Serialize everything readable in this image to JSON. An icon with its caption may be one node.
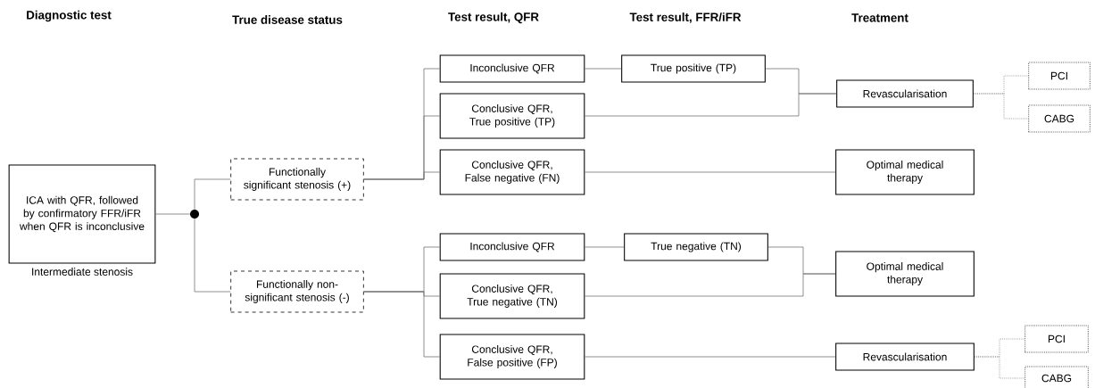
{
  "diagram": {
    "nodes": [
      {
        "text": [
          "ICA with QFR, followed by confirmatory FFR/iFR when QFR is inconclusive"
        ],
        "beside": [
          "Intermediate stenosis"
        ]
      },
      {
        "text": [],
        "shape": "circle"
      },
      {
        "text": [
          "Functionally significant stenosis (+)"
        ]
      },
      {
        "text": [
          "Functionally non-significant stenosis (-)"
        ]
      },
      {
        "text": [
          "Inconclusive QFR"
        ]
      },
      {
        "text": [
          "Conclusive QFR, True positive (TP)"
        ]
      },
      {
        "text": [
          "Conclusive QFR, False negative (FN)"
        ]
      },
      {
        "text": [
          "True positive (TP)"
        ]
      },
      {
        "text": [
          "Revascularisation"
        ]
      },
      {
        "text": [
          "Optimal medical therapy"
        ]
      },
      {
        "text": [
          "PCI"
        ]
      },
      {
        "text": [
          "CABG"
        ]
      },
      {
        "text": [
          "Inconclusive QFR"
        ]
      },
      {
        "text": [
          "Conclusive QFR, True negative (TN)"
        ]
      },
      {
        "text": [
          "Conclusive QFR, False positive (FP)"
        ]
      },
      {
        "text": [
          "True negative (TN)"
        ]
      },
      {
        "text": [
          "Optimal medical therapy"
        ]
      },
      {
        "text": [
          "Revascularisation"
        ]
      },
      {
        "text": [
          "PCI"
        ]
      },
      {
        "text": [
          "CABG"
        ]
      }
    ],
    "edges": [
      {
        "from": 0,
        "to": 1,
        "arrow": "none"
      },
      {
        "from": 1,
        "to": 2,
        "arrow": "none"
      },
      {
        "from": 1,
        "to": 3,
        "arrow": "none"
      },
      {
        "from": 2,
        "to": 4,
        "arrow": "none"
      },
      {
        "from": 2,
        "to": 5,
        "arrow": "none"
      },
      {
        "from": 2,
        "to": 6,
        "arrow": "none"
      },
      {
        "from": 4,
        "to": 7,
        "arrow": "none"
      },
      {
        "from": 7,
        "to": 8,
        "arrow": "none"
      },
      {
        "from": 5,
        "to": 8,
        "arrow": "none"
      },
      {
        "from": 6,
        "to": 9,
        "arrow": "none"
      },
      {
        "from": 8,
        "to": 10,
        "arrow": "none",
        "style": "dashed"
      },
      {
        "from": 8,
        "to": 11,
        "arrow": "none",
        "style": "dashed"
      },
      {
        "from": 3,
        "to": 12,
        "arrow": "none"
      },
      {
        "from": 3,
        "to": 13,
        "arrow": "none"
      },
      {
        "from": 3,
        "to": 14,
        "arrow": "none"
      },
      {
        "from": 12,
        "to": 15,
        "arrow": "none"
      },
      {
        "from": 15,
        "to": 16,
        "arrow": "none"
      },
      {
        "from": 13,
        "to": 16,
        "arrow": "none"
      },
      {
        "from": 14,
        "to": 17,
        "arrow": "none"
      },
      {
        "from": 17,
        "to": 18,
        "arrow": "none",
        "style": "dashed"
      },
      {
        "from": 17,
        "to": 19,
        "arrow": "none",
        "style": "dashed"
      }
    ],
    "labels": [
      "Diagnostic test",
      "True disease status",
      "Test result, QFR",
      "Test result, FFR/iFR",
      "Treatment"
    ]
  }
}
